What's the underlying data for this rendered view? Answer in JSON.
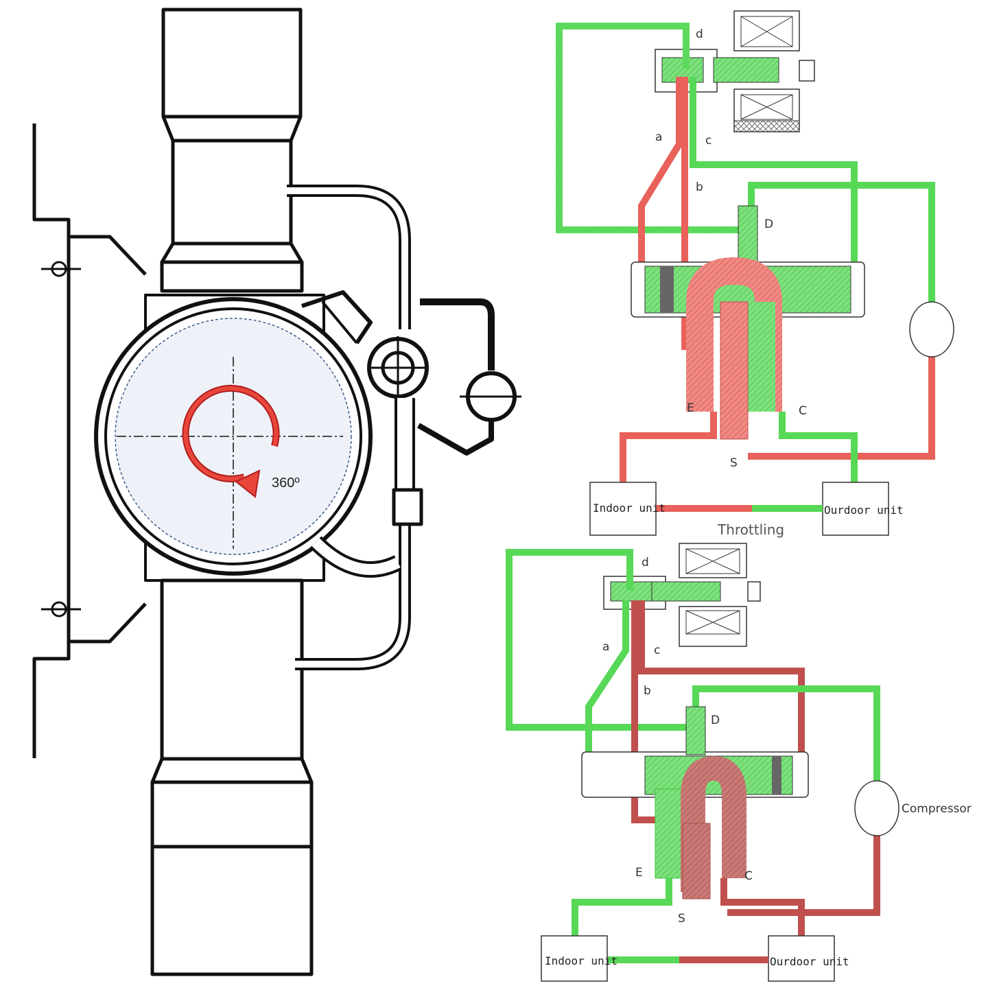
{
  "colors": {
    "hot": "#e8615a",
    "hot_dark": "#c0504d",
    "hot_fill": "#f2958f",
    "cold": "#57d857",
    "cold_fill": "#8fe88f",
    "line": "#111111"
  },
  "valve_drawing": {
    "rotation_label": "360º"
  },
  "diagram_top": {
    "port_labels": {
      "a": "a",
      "b": "b",
      "c": "c",
      "d": "d",
      "D": "D",
      "E": "E",
      "C": "C",
      "S": "S"
    },
    "indoor_unit": "Indoor unit",
    "outdoor_unit": "Ourdoor unit",
    "throttling": "Throttling"
  },
  "diagram_bottom": {
    "port_labels": {
      "a": "a",
      "b": "b",
      "c": "c",
      "d": "d",
      "D": "D",
      "E": "E",
      "C": "C",
      "S": "S"
    },
    "indoor_unit": "Indoor unit",
    "outdoor_unit": "Ourdoor unit",
    "compressor": "Compressor"
  }
}
